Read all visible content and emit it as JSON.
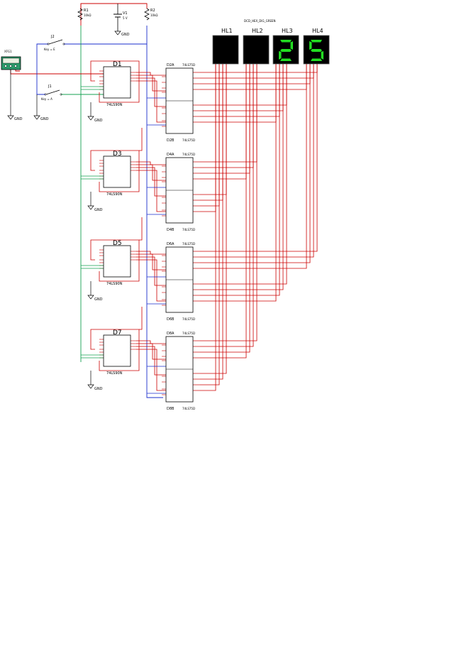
{
  "colors": {
    "wire_red": "#cc0000",
    "wire_blue": "#1a2ecc",
    "wire_green": "#14a050",
    "seg_on": "#22dd22",
    "display_bg": "#000000",
    "probe_bg": "#2a9a6a"
  },
  "resistors": [
    {
      "ref": "R1",
      "value": "10kΩ"
    },
    {
      "ref": "R2",
      "value": "10kΩ"
    }
  ],
  "source": {
    "ref": "V1",
    "value": "5 V",
    "gnd": "GND"
  },
  "switches": [
    {
      "ref": "J2",
      "key": "Key = E"
    },
    {
      "ref": "J1",
      "key": "Key = A"
    }
  ],
  "probe": {
    "ref": "XFG1"
  },
  "gnd_label": "GND",
  "counters": [
    {
      "ref": "D1",
      "part": "74LS90N"
    },
    {
      "ref": "D3",
      "part": "74LS90N"
    },
    {
      "ref": "D5",
      "part": "74LS90N"
    },
    {
      "ref": "D7",
      "part": "74LS90N"
    }
  ],
  "decoders": [
    {
      "top": "D2A",
      "bottom": "D2B",
      "part": "74LS75D"
    },
    {
      "top": "D4A",
      "bottom": "D4B",
      "part": "74LS75D"
    },
    {
      "top": "D6A",
      "bottom": "D6B",
      "part": "74LS75D"
    },
    {
      "top": "D8A",
      "bottom": "D8B",
      "part": "74LS75D"
    }
  ],
  "displays": {
    "header": "DCD_HEX_DIG_GREEN",
    "items": [
      {
        "ref": "HL1",
        "digit": ""
      },
      {
        "ref": "HL2",
        "digit": ""
      },
      {
        "ref": "HL3",
        "digit": "2"
      },
      {
        "ref": "HL4",
        "digit": "5"
      }
    ]
  }
}
